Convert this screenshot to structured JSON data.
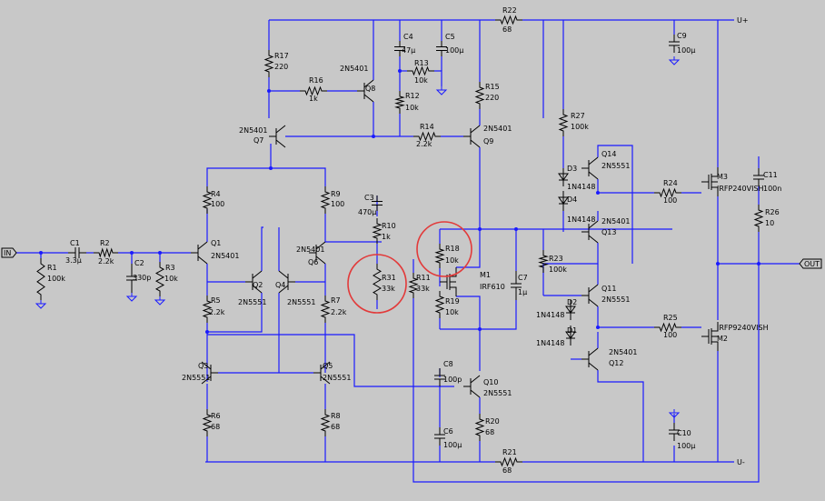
{
  "colors": {
    "background": "#c8c8c8",
    "wire": "#1a1aff",
    "component": "#000000",
    "highlight": "#e23a3a",
    "ground": "#1a1aff"
  },
  "nets": {
    "in": "IN",
    "out": "OUT",
    "vpos": "U+",
    "vneg": "U-"
  },
  "components": [
    {
      "id": "R1",
      "value": "100k"
    },
    {
      "id": "C1",
      "value": "3.3µ"
    },
    {
      "id": "R2",
      "value": "2.2k"
    },
    {
      "id": "C2",
      "value": "330p"
    },
    {
      "id": "R3",
      "value": "10k"
    },
    {
      "id": "Q1",
      "value": "2N5401"
    },
    {
      "id": "R4",
      "value": "100"
    },
    {
      "id": "R5",
      "value": "2.2k"
    },
    {
      "id": "Q2",
      "value": "2N5551"
    },
    {
      "id": "Q3",
      "value": "2N5551"
    },
    {
      "id": "R6",
      "value": "68"
    },
    {
      "id": "Q4",
      "value": "2N5551"
    },
    {
      "id": "Q5",
      "value": "2N5551"
    },
    {
      "id": "Q6",
      "value": "2N5401"
    },
    {
      "id": "R7",
      "value": "2.2k"
    },
    {
      "id": "R8",
      "value": "68"
    },
    {
      "id": "R9",
      "value": "100"
    },
    {
      "id": "Q7",
      "value": "2N5401"
    },
    {
      "id": "R17",
      "value": "220"
    },
    {
      "id": "R16",
      "value": "1k"
    },
    {
      "id": "Q8",
      "value": "2N5401"
    },
    {
      "id": "C4",
      "value": "47µ"
    },
    {
      "id": "C5",
      "value": "100µ"
    },
    {
      "id": "R13",
      "value": "10k"
    },
    {
      "id": "R12",
      "value": "10k"
    },
    {
      "id": "R14",
      "value": "2.2k"
    },
    {
      "id": "R15",
      "value": "220"
    },
    {
      "id": "Q9",
      "value": "2N5401"
    },
    {
      "id": "R22",
      "value": "68"
    },
    {
      "id": "C9",
      "value": "100µ"
    },
    {
      "id": "C3",
      "value": "470µ"
    },
    {
      "id": "R10",
      "value": "1k"
    },
    {
      "id": "R31",
      "value": "33k"
    },
    {
      "id": "R11",
      "value": "33k"
    },
    {
      "id": "R18",
      "value": "10k"
    },
    {
      "id": "M1",
      "value": "IRF610"
    },
    {
      "id": "C7",
      "value": "1µ"
    },
    {
      "id": "R19",
      "value": "10k"
    },
    {
      "id": "C8",
      "value": "100p"
    },
    {
      "id": "Q10",
      "value": "2N5551"
    },
    {
      "id": "C6",
      "value": "100µ"
    },
    {
      "id": "R20",
      "value": "68"
    },
    {
      "id": "R21",
      "value": "68"
    },
    {
      "id": "R27",
      "value": "100k"
    },
    {
      "id": "D3",
      "value": "1N4148"
    },
    {
      "id": "D4",
      "value": "1N4148"
    },
    {
      "id": "Q14",
      "value": "2N5551"
    },
    {
      "id": "Q13",
      "value": "2N5401"
    },
    {
      "id": "R23",
      "value": "100k"
    },
    {
      "id": "Q11",
      "value": "2N5551"
    },
    {
      "id": "D2",
      "value": "1N4148"
    },
    {
      "id": "D1",
      "value": "1N4148"
    },
    {
      "id": "Q12",
      "value": "2N5401"
    },
    {
      "id": "R24",
      "value": "100"
    },
    {
      "id": "M3",
      "value": "IRFP240VISH"
    },
    {
      "id": "R25",
      "value": "100"
    },
    {
      "id": "M2",
      "value": "IRFP9240VISH"
    },
    {
      "id": "C11",
      "value": "100n"
    },
    {
      "id": "R26",
      "value": "10"
    },
    {
      "id": "C10",
      "value": "100µ"
    }
  ],
  "highlighted": [
    "R31",
    "R18"
  ]
}
